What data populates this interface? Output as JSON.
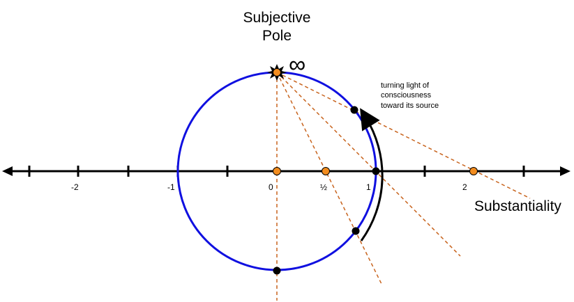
{
  "title_line1": "Subjective",
  "title_line2": "Pole",
  "infinity": "∞",
  "annotation": [
    "turning light of",
    "consciousness",
    "toward its source"
  ],
  "axis_label": "Substantiality",
  "tick_labels": [
    "-2",
    "-1",
    "0",
    "½",
    "1",
    "2"
  ],
  "colors": {
    "circle": "#1010e0",
    "dashed": "#c8641e",
    "orange_point": "#f28c1e",
    "black": "#000000"
  }
}
